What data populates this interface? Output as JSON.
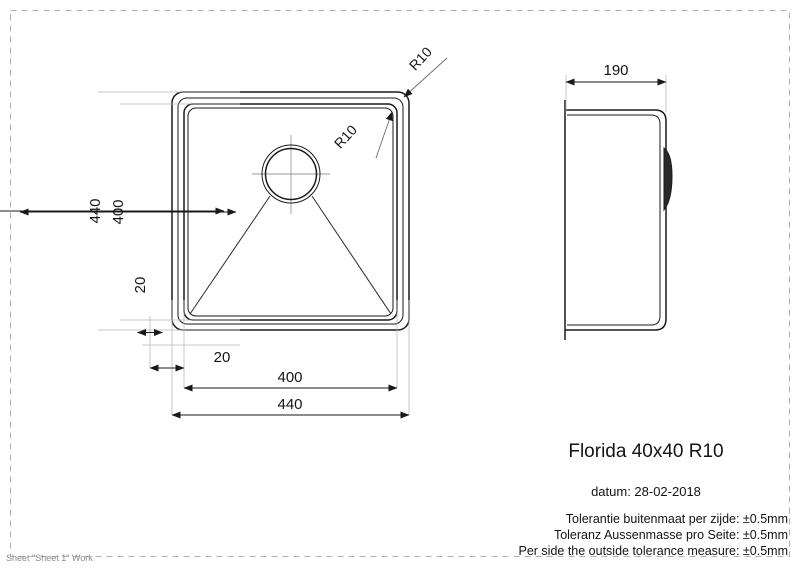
{
  "sheet": {
    "footer_label": "Sheet \"Sheet 1\" Work",
    "frame_style": "dashed"
  },
  "plan_view": {
    "name": "plan-view",
    "dimensions": {
      "outer_width": "440",
      "outer_height": "440",
      "inner_width": "400",
      "inner_height": "400",
      "offset_left": "20",
      "offset_bottom": "20"
    },
    "radii": {
      "outer_corner": "R10",
      "inner_corner": "R10"
    }
  },
  "side_view": {
    "name": "side-view",
    "dimensions": {
      "depth": "190"
    }
  },
  "title_block": {
    "product_title": "Florida 40x40 R10",
    "date_label": "datum: 28-02-2018",
    "tolerance_nl": "Tolerantie buitenmaat per zijde: ±0.5mm",
    "tolerance_de": "Toleranz Aussenmasse pro Seite: ±0.5mm",
    "tolerance_en": "Per side the outside tolerance measure: ±0.5mm"
  },
  "colors": {
    "line": "#1a1a1a",
    "extension": "#b9b9b9",
    "centerline": "#9a9a9a",
    "frame": "#b0b0b0",
    "background": "#ffffff"
  }
}
